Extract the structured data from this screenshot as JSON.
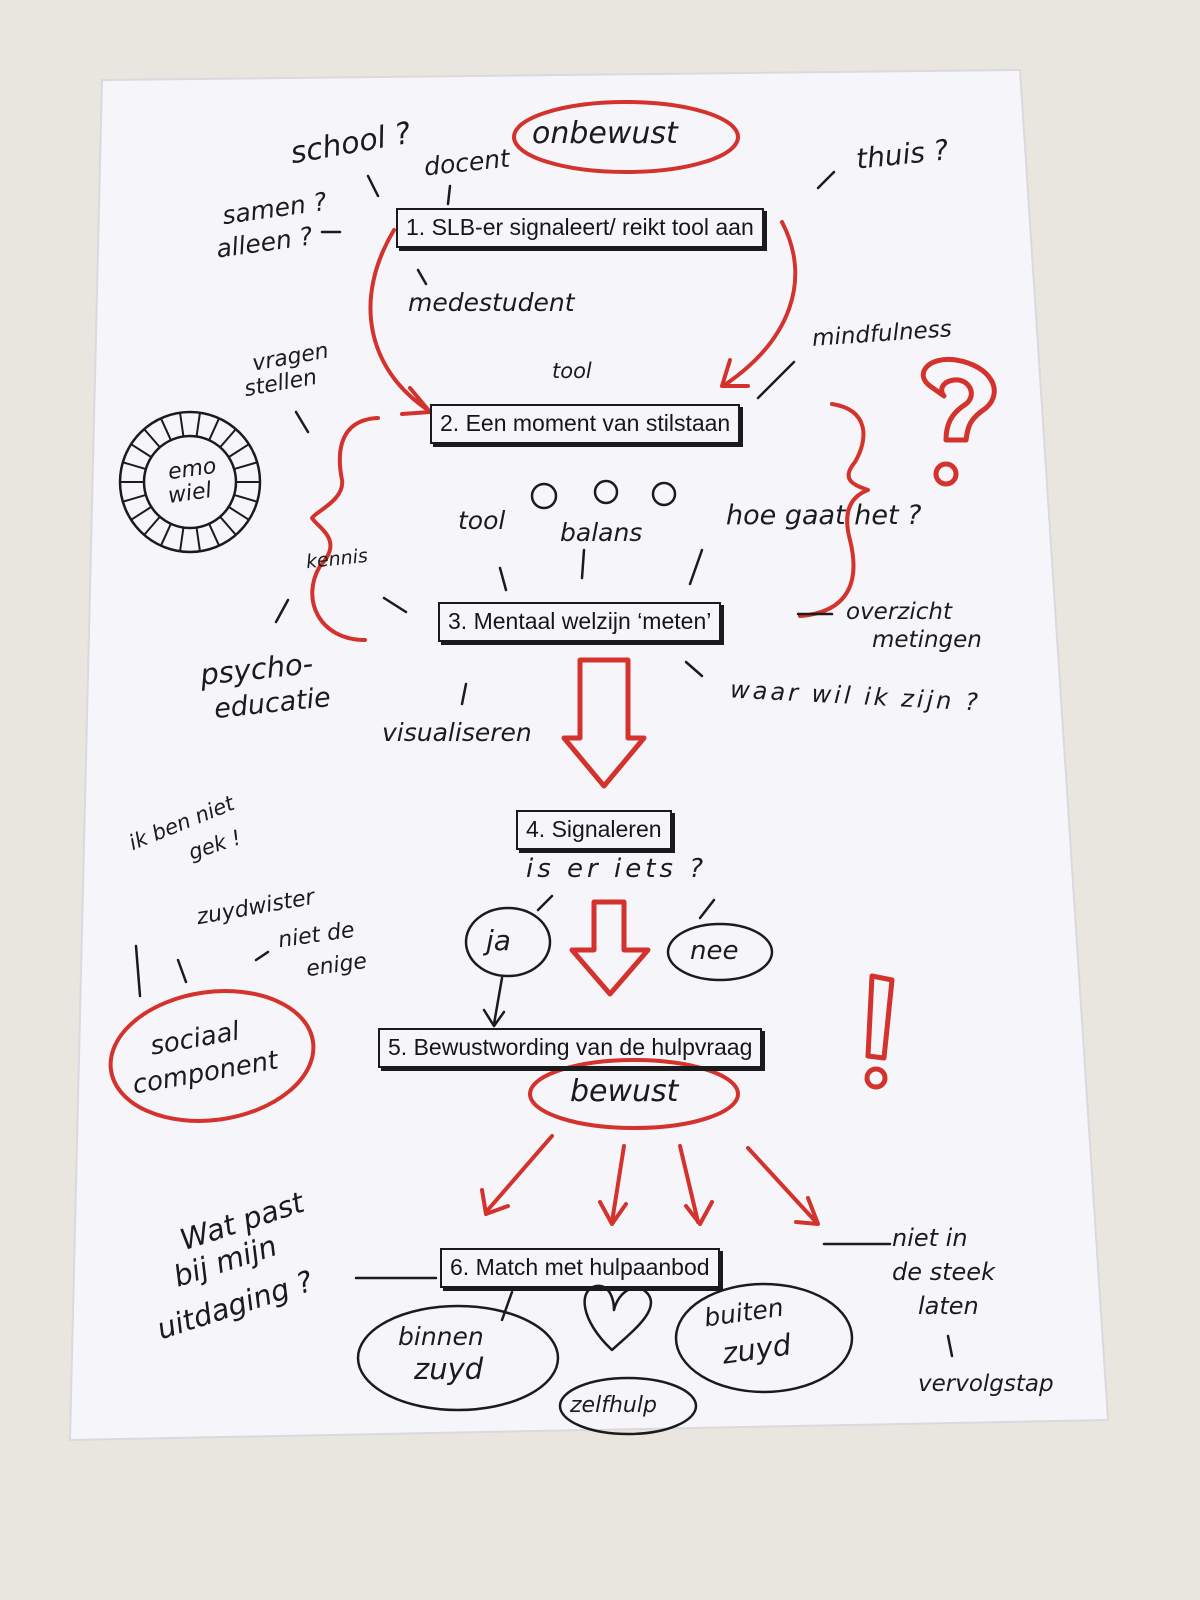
{
  "steps": {
    "step1": "1. SLB-er signaleert/ reikt tool aan",
    "step2": "2. Een moment van stilstaan",
    "step3": "3. Mentaal welzijn ‘meten’",
    "step4": "4. Signaleren",
    "step5": "5. Bewustwording van de hulpvraag",
    "step6": "6. Match met hulpaanbod"
  },
  "states": {
    "onbewust": "onbewust",
    "bewust": "bewust"
  },
  "notes": {
    "school": "school ?",
    "docent": "docent",
    "thuis": "thuis ?",
    "samen": "samen ?",
    "alleen": "alleen ?",
    "medestudent": "medestudent",
    "mindfulness": "mindfulness",
    "tool_top": "tool",
    "vragen_stellen": [
      "vragen",
      "stellen"
    ],
    "emo_wiel": [
      "emo",
      "wiel"
    ],
    "tool_mid": "tool",
    "balans": "balans",
    "hoe_gaat_het": "hoe gaat het ?",
    "kennis": "kennis",
    "psycho_educatie": [
      "psycho-",
      "educatie"
    ],
    "overzicht_metingen": [
      "overzicht",
      "metingen"
    ],
    "waar_wil_ik_zijn": "waar wil ik zijn ?",
    "visualiseren": "visualiseren",
    "ik_ben_niet_gek": [
      "ik ben niet",
      "gek !"
    ],
    "is_er_iets": "is er iets ?",
    "ja": "ja",
    "nee": "nee",
    "zuydwister": "zuydwister",
    "niet_de_enige": [
      "niet de",
      "enige"
    ],
    "sociaal_component": [
      "sociaal",
      "component"
    ],
    "wat_past": [
      "Wat past",
      "bij mijn",
      "uitdaging ?"
    ],
    "niet_in_de_steek": [
      "niet in",
      "de steek",
      "laten"
    ],
    "vervolgstap": "vervolgstap",
    "binnen_zuyd": [
      "binnen",
      "zuyd"
    ],
    "buiten_zuyd": [
      "buiten",
      "zuyd"
    ],
    "zelfhulp": "zelfhulp"
  },
  "colors": {
    "ink": "#1b1b1b",
    "marker_red": "#d4322c",
    "paper": "#f6f6fa",
    "table": "#e9e6df"
  }
}
